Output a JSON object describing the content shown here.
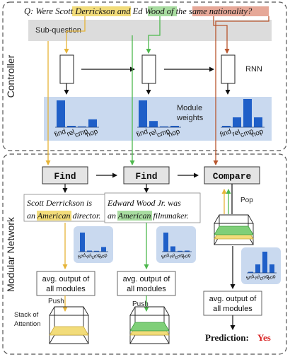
{
  "question": {
    "prefix": "Q: Were ",
    "entity1": "Scott Derrickson",
    "mid": " and ",
    "entity2": "Ed Wood",
    "of": " of ",
    "predicate": "the same nationality?"
  },
  "labels": {
    "subquestion": "Sub-question",
    "rnn": "RNN",
    "module_weights_line1": "Module",
    "module_weights_line2": "weights",
    "controller": "Controller",
    "modular_network": "Modular Network",
    "pop": "Pop",
    "push1": "Push",
    "push2": "Push",
    "stack_line1": "Stack of",
    "stack_line2": "Attention",
    "prediction_label": "Prediction:",
    "prediction_value": "Yes"
  },
  "weight_categories": [
    "find",
    "rel",
    "cmp",
    "nop"
  ],
  "controller_weights": [
    {
      "step": "Find",
      "values": [
        0.95,
        0.05,
        0.02,
        0.28
      ]
    },
    {
      "step": "Find",
      "values": [
        0.95,
        0.22,
        0.02,
        0.05
      ]
    },
    {
      "step": "Compare",
      "values": [
        0.05,
        0.35,
        1.0,
        0.35
      ]
    }
  ],
  "module_weights_small": [
    {
      "values": [
        0.9,
        0.05,
        0.02,
        0.22
      ]
    },
    {
      "values": [
        0.9,
        0.25,
        0.02,
        0.05
      ]
    },
    {
      "values": [
        0.05,
        0.4,
        1.0,
        0.4
      ]
    }
  ],
  "modules": [
    "Find",
    "Find",
    "Compare"
  ],
  "evidence": [
    {
      "line1": "Scott Derrickson is",
      "line2_pre": "an ",
      "highlight": "American",
      "line2_post": " director."
    },
    {
      "line1": "Edward Wood Jr. was",
      "line2_pre": "an ",
      "highlight": "American",
      "line2_post": " filmmaker."
    }
  ],
  "avg_output": {
    "line1": "avg. output of",
    "line2": "all modules"
  },
  "colors": {
    "blue_bar": "#1f5fc8",
    "panel_blue": "#c9d9ef",
    "yellow_arrow": "#e6b437",
    "green_arrow": "#4db84d",
    "red_arrow": "#b8562e",
    "yellow_hl": "#f2dc7a",
    "green_hl": "#a8dca0",
    "red_hl": "#e6a898",
    "grey_band": "#dcdcdc",
    "yes": "#d81f1f"
  }
}
